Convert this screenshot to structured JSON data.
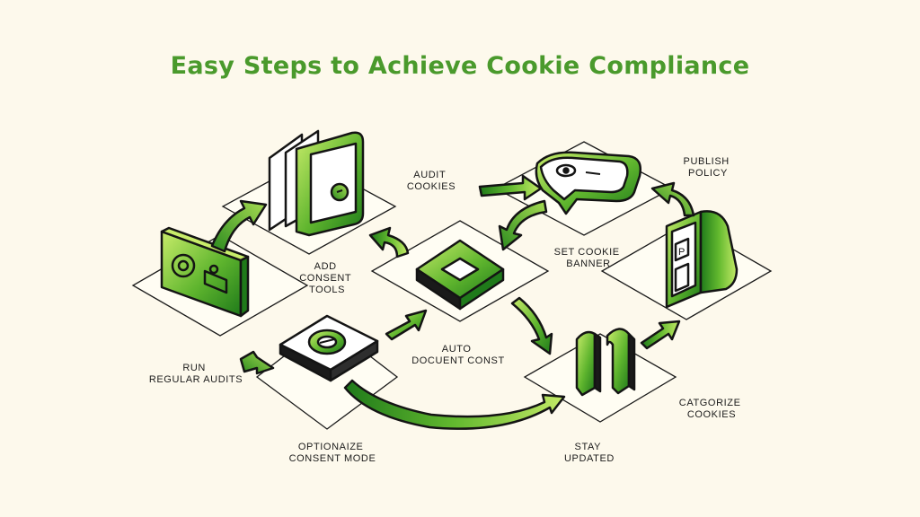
{
  "title": "Easy Steps to Achieve Cookie Compliance",
  "colors": {
    "title": "#4a9a2c",
    "background": "#fdf9ec",
    "green_dark": "#2f8a1e",
    "green_light": "#b9e35a",
    "outline": "#141414"
  },
  "steps": {
    "audit_cookies": [
      "AUDIT",
      "COOKIES"
    ],
    "publish_policy": [
      "PUBLISH",
      "POLICY"
    ],
    "add_consent_tools": [
      "ADD",
      "CONSENT",
      "TOOLS"
    ],
    "set_cookie_banner": [
      "SET COOKIE",
      "BANNER"
    ],
    "auto_document_consent": [
      "AUTO",
      "DOCUENT CONST"
    ],
    "run_regular_audits": [
      "RUN",
      "REGULAR AUDITS"
    ],
    "categorize_cookies": [
      "CATGORIZE",
      "COOKIES"
    ],
    "optionalize_consent_mode": [
      "OPTIONAIZE",
      "CONSENT MODE"
    ],
    "stay_updated": [
      "STAY",
      "UPDATED"
    ]
  },
  "icons": {
    "cookie_stack": "stacked-cards-icon",
    "cookie_banner": "cookie-banner-icon",
    "policy_book": "policy-book-icon",
    "consent_panel": "consent-panel-icon",
    "toggle_tile": "toggle-tile-icon",
    "center_tile": "center-square-icon",
    "categorize": "categorize-bars-icon"
  }
}
